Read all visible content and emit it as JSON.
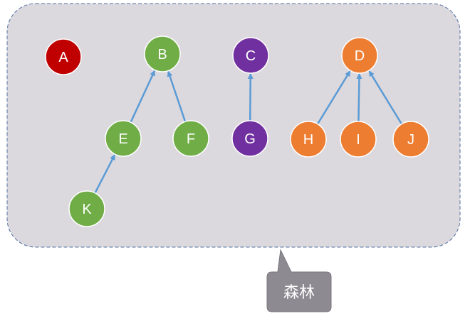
{
  "diagram": {
    "colors": {
      "panel_fill": "#dcd9de",
      "panel_border": "#4f6fa0",
      "edge": "#5b9bd5",
      "callout_fill": "#8e8a92",
      "callout_border": "#7a767d",
      "red": "#c00000",
      "green": "#70ad47",
      "purple": "#7030a0",
      "orange": "#ed7d31"
    },
    "nodes": [
      {
        "id": "A",
        "label": "A",
        "color": "red"
      },
      {
        "id": "B",
        "label": "B",
        "color": "green"
      },
      {
        "id": "C",
        "label": "C",
        "color": "purple"
      },
      {
        "id": "D",
        "label": "D",
        "color": "orange"
      },
      {
        "id": "E",
        "label": "E",
        "color": "green"
      },
      {
        "id": "F",
        "label": "F",
        "color": "green"
      },
      {
        "id": "G",
        "label": "G",
        "color": "purple"
      },
      {
        "id": "H",
        "label": "H",
        "color": "orange"
      },
      {
        "id": "I",
        "label": "I",
        "color": "orange"
      },
      {
        "id": "J",
        "label": "J",
        "color": "orange"
      },
      {
        "id": "K",
        "label": "K",
        "color": "green"
      }
    ],
    "edges": [
      {
        "from": "K",
        "to": "E"
      },
      {
        "from": "E",
        "to": "B"
      },
      {
        "from": "F",
        "to": "B"
      },
      {
        "from": "G",
        "to": "C"
      },
      {
        "from": "H",
        "to": "D"
      },
      {
        "from": "I",
        "to": "D"
      },
      {
        "from": "J",
        "to": "D"
      }
    ],
    "callout": {
      "label": "森林"
    }
  }
}
